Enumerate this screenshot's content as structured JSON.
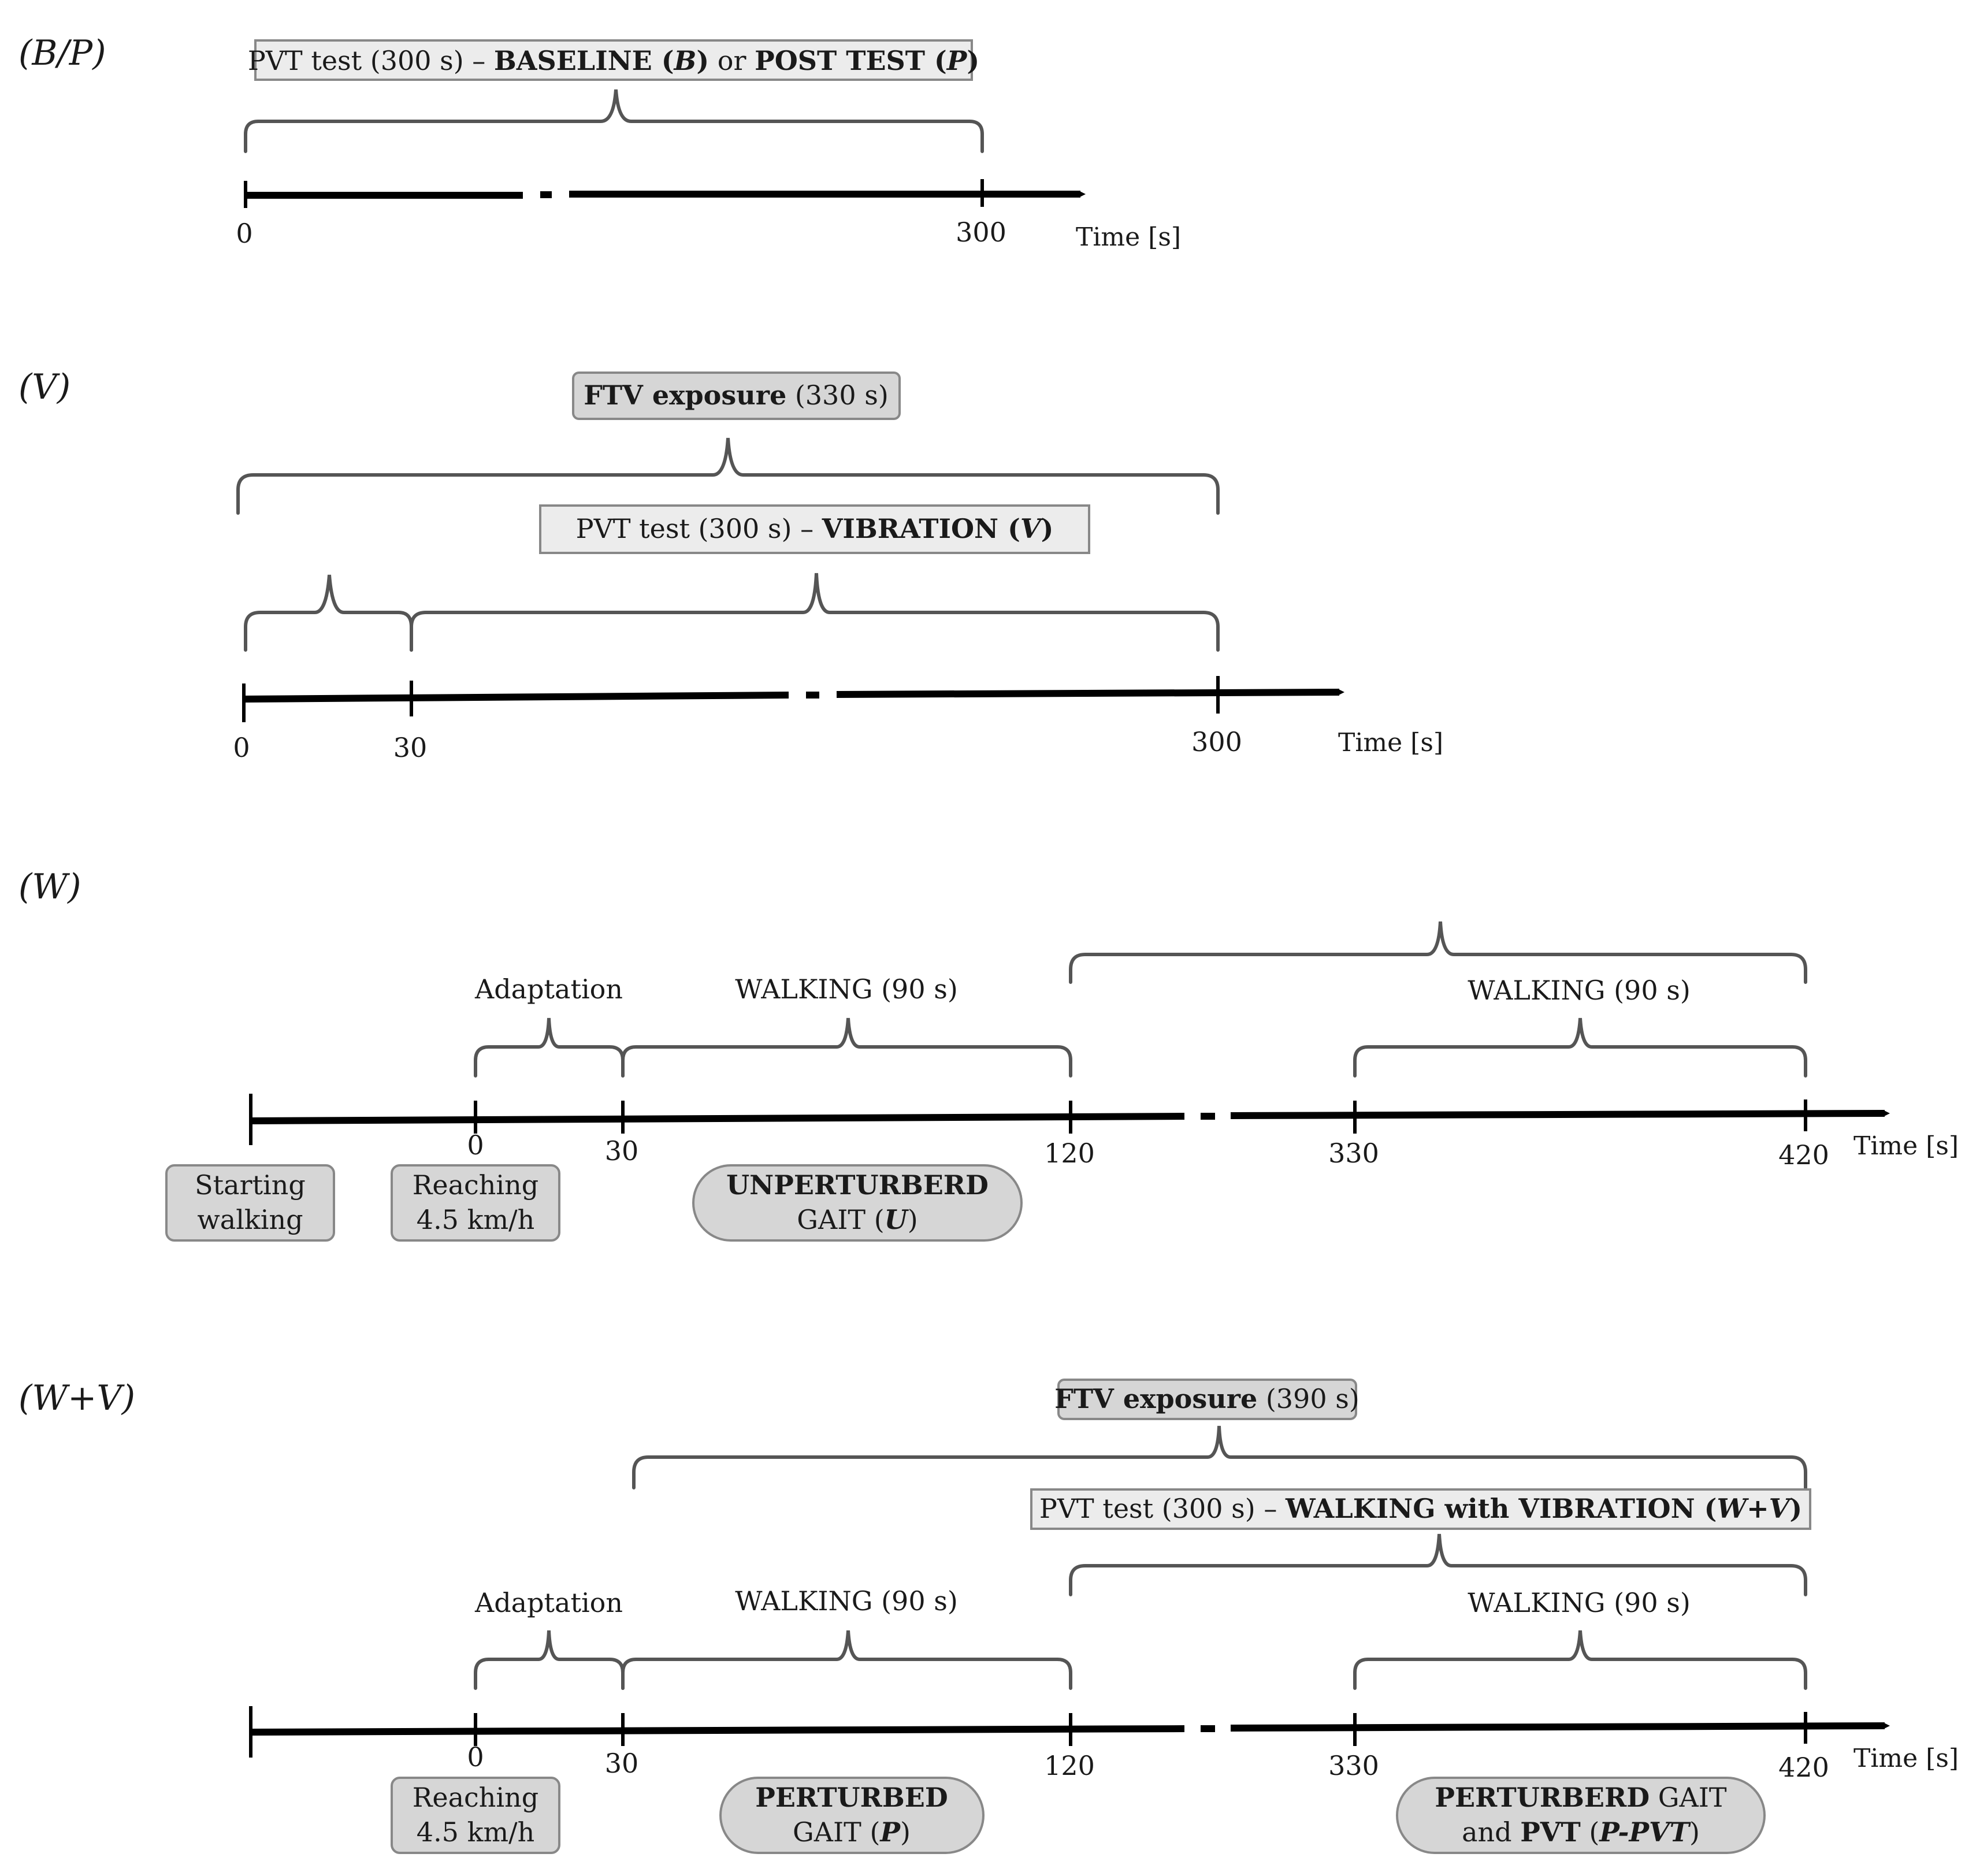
{
  "panels": {
    "bp": {
      "label": "(B/P)",
      "box": {
        "part1": "PVT test (300 s) – ",
        "part2": "BASELINE (",
        "part3": "B",
        "part4": ")",
        "part5": " or ",
        "part6": "POST TEST (",
        "part7": "P",
        "part8": ")"
      },
      "ticks": [
        "0",
        "300"
      ],
      "axis_label": "Time [s]"
    },
    "v": {
      "label": "(V)",
      "ftv_box": {
        "bold": "FTV exposure",
        "normal": " (330 s)"
      },
      "pvt_box": {
        "part1": "PVT test (300 s) – ",
        "part2": "VIBRATION (",
        "part3": "V",
        "part4": ")"
      },
      "ticks": [
        "0",
        "30",
        "300"
      ],
      "axis_label": "Time [s]"
    },
    "w": {
      "label": "(W)",
      "adaptation": "Adaptation",
      "walking1": "WALKING (90 s)",
      "walking2": "WALKING (90 s)",
      "ticks": [
        "0",
        "30",
        "120",
        "330",
        "420"
      ],
      "axis_label": "Time [s]",
      "start_box": {
        "line1": "Starting",
        "line2": "walking"
      },
      "reach_box": {
        "line1": "Reaching",
        "line2": "4.5 km/h"
      },
      "unperturbed": {
        "line1": "UNPERTURBERD",
        "line2a": "GAIT (",
        "line2b": "U",
        "line2c": ")"
      }
    },
    "wv": {
      "label": "(W+V)",
      "ftv_box": {
        "bold": "FTV exposure",
        "normal": " (390 s)"
      },
      "pvt_box": {
        "part1": "PVT test (300 s) – ",
        "part2": "WALKING with VIBRATION (",
        "part3": "W+V",
        "part4": ")"
      },
      "adaptation": "Adaptation",
      "walking1": "WALKING (90 s)",
      "walking2": "WALKING (90 s)",
      "ticks": [
        "0",
        "30",
        "120",
        "330",
        "420"
      ],
      "axis_label": "Time [s]",
      "reach_box": {
        "line1": "Reaching",
        "line2": "4.5 km/h"
      },
      "perturbed": {
        "line1": "PERTURBED",
        "line2a": "GAIT (",
        "line2b": "P",
        "line2c": ")"
      },
      "perturbed_pvt": {
        "line1a": "PERTURBERD",
        "line1b": " GAIT",
        "line2a": "and ",
        "line2b": "PVT",
        "line2c": " (",
        "line2d": "P-PVT",
        "line2e": ")"
      }
    }
  }
}
